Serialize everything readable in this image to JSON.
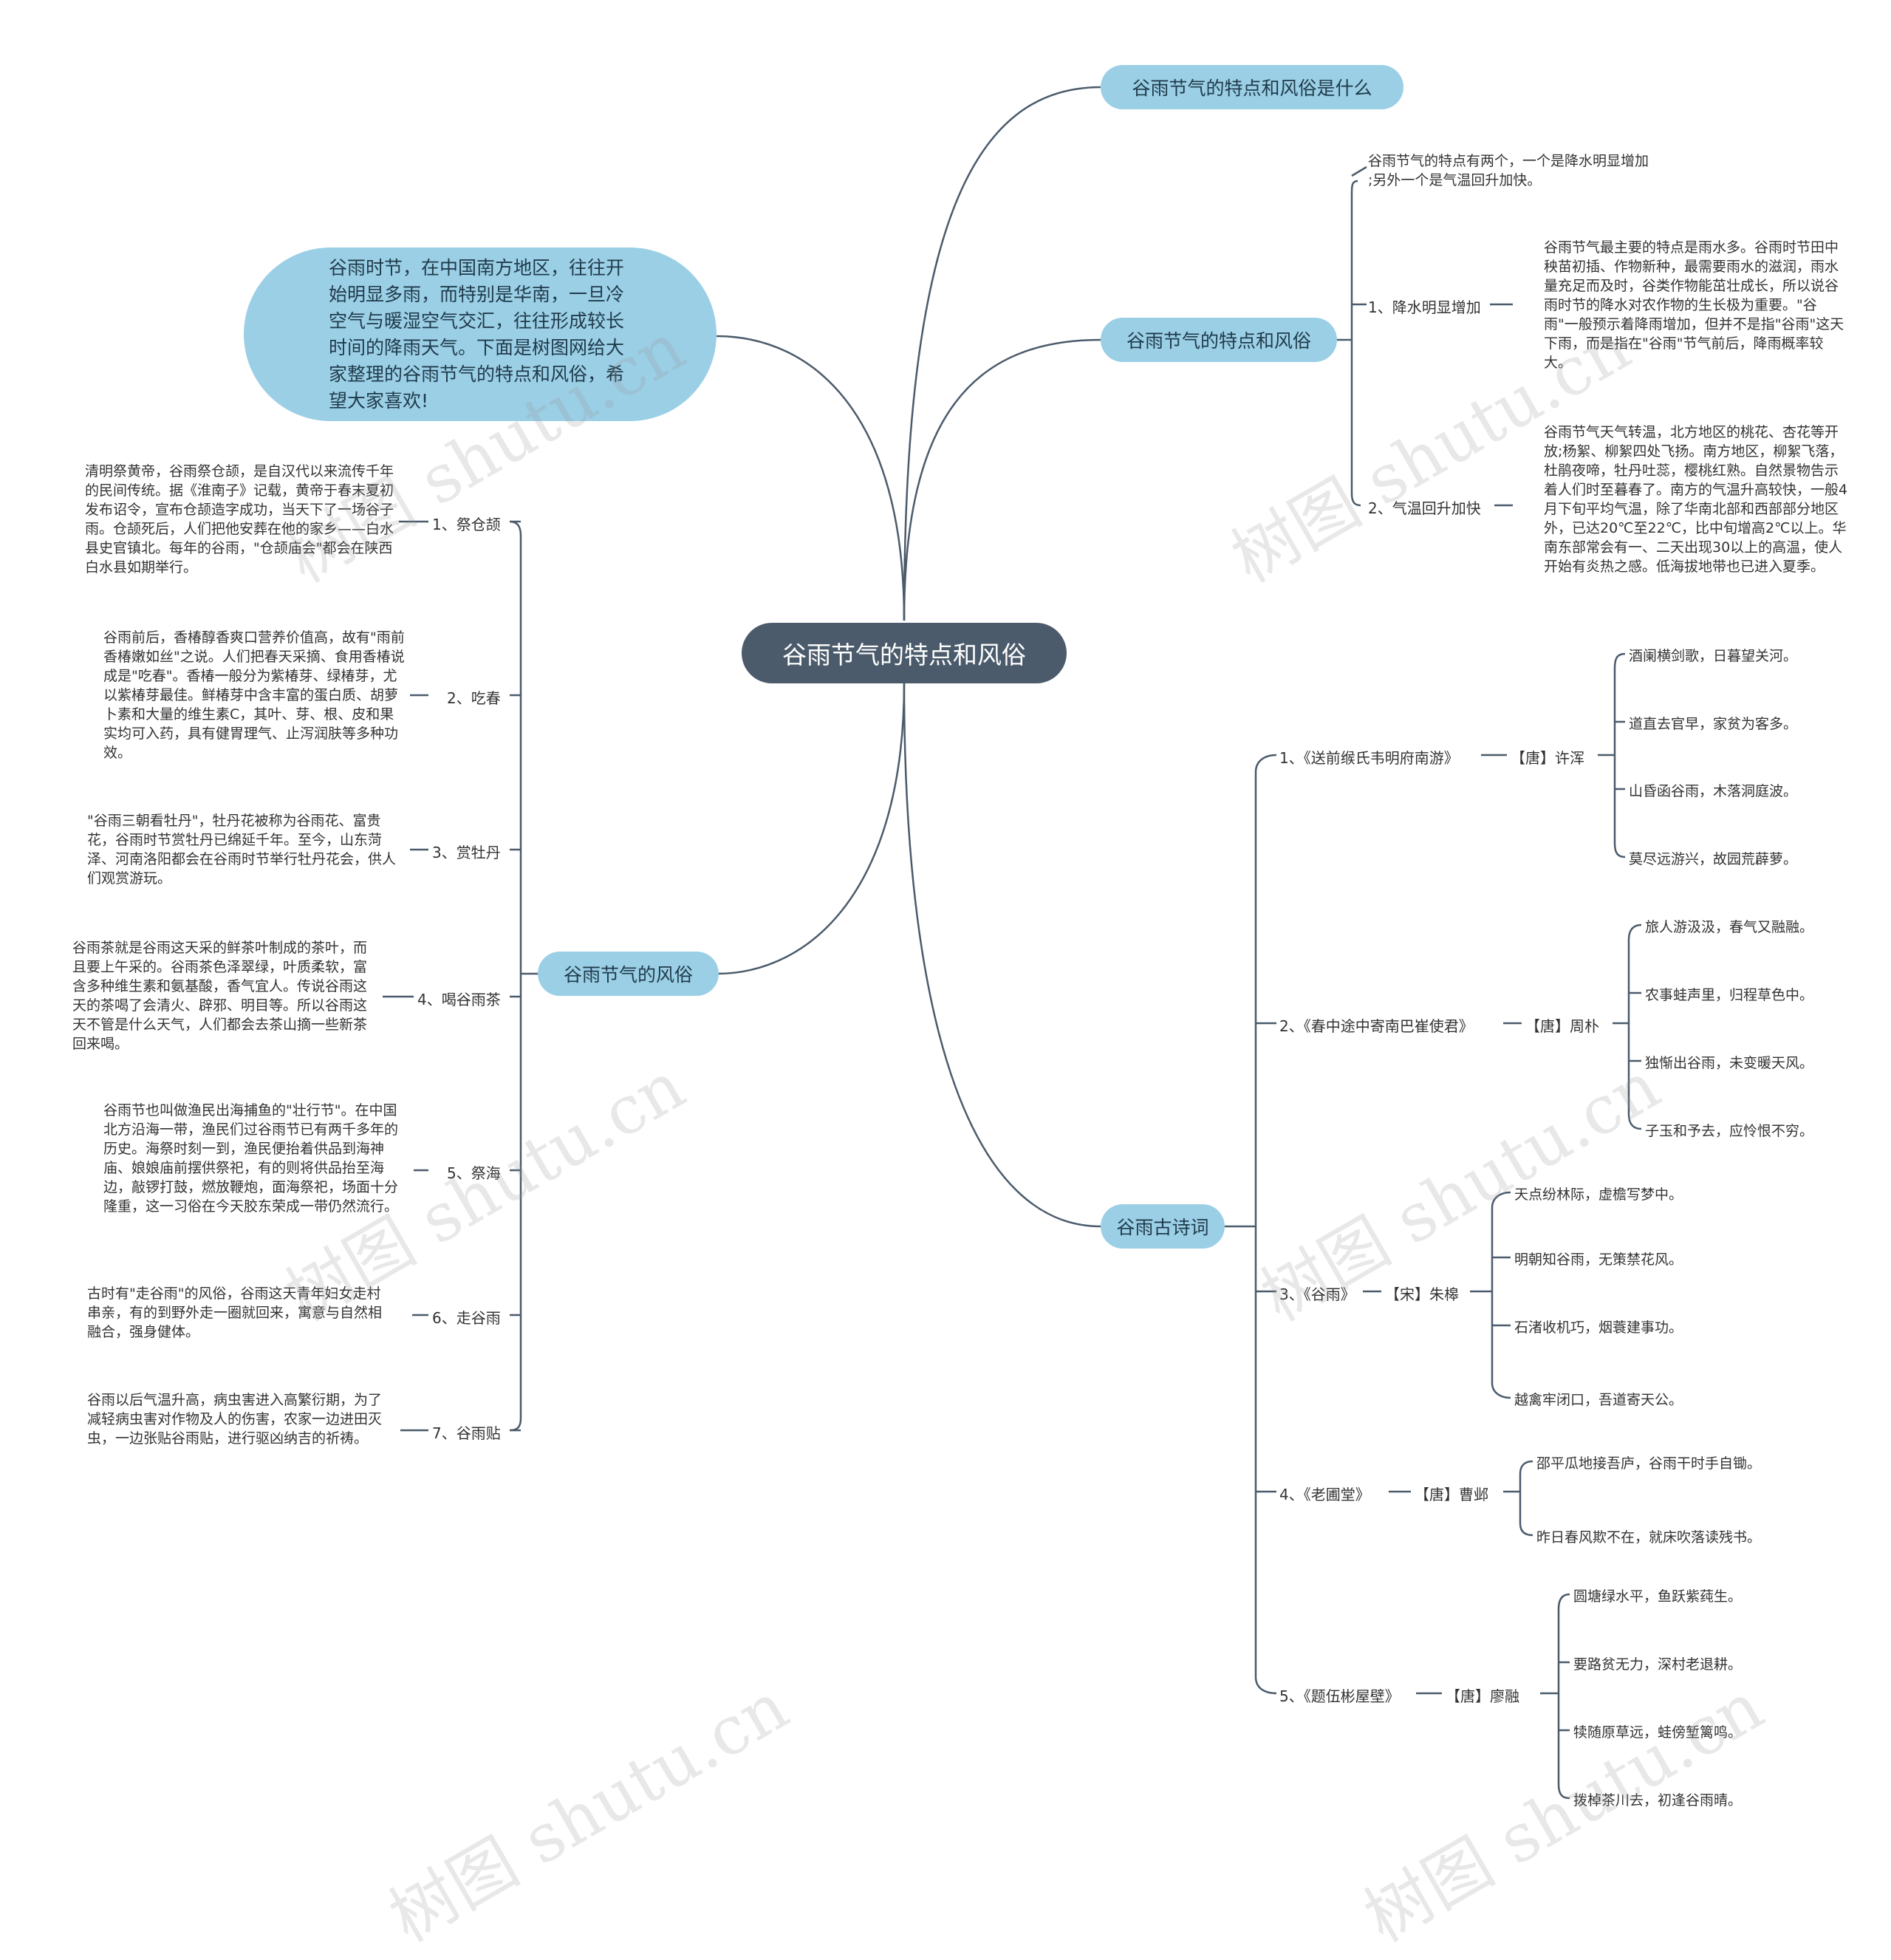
{
  "root": "谷雨节气的特点和风俗",
  "intro": "谷雨时节，在中国南方地区，往往开始明显多雨，而特别是华南，一旦冷空气与暖湿空气交汇，往往形成较长时间的降雨天气。下面是树图网给大家整理的谷雨节气的特点和风俗，希望大家喜欢!",
  "branch_what": {
    "title": "谷雨节气的特点和风俗是什么"
  },
  "branch_features": {
    "title": "谷雨节气的特点和风俗",
    "summary": "谷雨节气的特点有两个，一个是降水明显增加\n;另外一个是气温回升加快。",
    "items": [
      {
        "label": "1、降水明显增加",
        "text": "谷雨节气最主要的特点是雨水多。谷雨时节田中秧苗初插、作物新种，最需要雨水的滋润，雨水量充足而及时，谷类作物能茁壮成长，所以说谷雨时节的降水对农作物的生长极为重要。\"谷雨\"一般预示着降雨增加，但并不是指\"谷雨\"这天下雨，而是指在\"谷雨\"节气前后，降雨概率较大。"
      },
      {
        "label": "2、气温回升加快",
        "text": "谷雨节气天气转温，北方地区的桃花、杏花等开放;杨絮、柳絮四处飞扬。南方地区，柳絮飞落，杜鹃夜啼，牡丹吐蕊，樱桃红熟。自然景物告示着人们时至暮春了。南方的气温升高较快，一般4月下旬平均气温，除了华南北部和西部部分地区外，已达20℃至22℃，比中旬增高2℃以上。华南东部常会有一、二天出现30以上的高温，使人开始有炎热之感。低海拔地带也已进入夏季。"
      }
    ]
  },
  "branch_customs": {
    "title": "谷雨节气的风俗",
    "items": [
      {
        "label": "1、祭仓颉",
        "text": "清明祭黄帝，谷雨祭仓颉，是自汉代以来流传千年的民间传统。据《淮南子》记载，黄帝于春末夏初发布诏令，宣布仓颉造字成功，当天下了一场谷子雨。仓颉死后，人们把他安葬在他的家乡——白水县史官镇北。每年的谷雨，\"仓颉庙会\"都会在陕西白水县如期举行。"
      },
      {
        "label": "2、吃春",
        "text": "谷雨前后，香椿醇香爽口营养价值高，故有\"雨前香椿嫩如丝\"之说。人们把春天采摘、食用香椿说成是\"吃春\"。香椿一般分为紫椿芽、绿椿芽，尤以紫椿芽最佳。鲜椿芽中含丰富的蛋白质、胡萝卜素和大量的维生素C，其叶、芽、根、皮和果实均可入药，具有健胃理气、止泻润肤等多种功效。"
      },
      {
        "label": "3、赏牡丹",
        "text": "\"谷雨三朝看牡丹\"，牡丹花被称为谷雨花、富贵花，谷雨时节赏牡丹已绵延千年。至今，山东菏泽、河南洛阳都会在谷雨时节举行牡丹花会，供人们观赏游玩。"
      },
      {
        "label": "4、喝谷雨茶",
        "text": "谷雨茶就是谷雨这天采的鲜茶叶制成的茶叶，而且要上午采的。谷雨茶色泽翠绿，叶质柔软，富含多种维生素和氨基酸，香气宜人。传说谷雨这天的茶喝了会清火、辟邪、明目等。所以谷雨这天不管是什么天气，人们都会去茶山摘一些新茶回来喝。"
      },
      {
        "label": "5、祭海",
        "text": "谷雨节也叫做渔民出海捕鱼的\"壮行节\"。在中国北方沿海一带，渔民们过谷雨节已有两千多年的历史。海祭时刻一到，渔民便抬着供品到海神庙、娘娘庙前摆供祭祀，有的则将供品抬至海边，敲锣打鼓，燃放鞭炮，面海祭祀，场面十分隆重，这一习俗在今天胶东荣成一带仍然流行。"
      },
      {
        "label": "6、走谷雨",
        "text": "古时有\"走谷雨\"的风俗，谷雨这天青年妇女走村串亲，有的到野外走一圈就回来，寓意与自然相融合，强身健体。"
      },
      {
        "label": "7、谷雨贴",
        "text": "谷雨以后气温升高，病虫害进入高繁衍期，为了减轻病虫害对作物及人的伤害，农家一边进田灭虫，一边张贴谷雨贴，进行驱凶纳吉的祈祷。"
      }
    ]
  },
  "branch_poems": {
    "title": "谷雨古诗词",
    "poems": [
      {
        "title": "1、《送前缑氏韦明府南游》",
        "author": "【唐】许浑",
        "lines": [
          "酒阑横剑歌，日暮望关河。",
          "道直去官早，家贫为客多。",
          "山昏函谷雨，木落洞庭波。",
          "莫尽远游兴，故园荒薜萝。"
        ]
      },
      {
        "title": "2、《春中途中寄南巴崔使君》",
        "author": "【唐】周朴",
        "lines": [
          "旅人游汲汲，春气又融融。",
          "农事蛙声里，归程草色中。",
          "独惭出谷雨，未变暖天风。",
          "子玉和予去，应怜恨不穷。"
        ]
      },
      {
        "title": "3、《谷雨》",
        "author": "【宋】朱槔",
        "lines": [
          "天点纷林际，虚檐写梦中。",
          "明朝知谷雨，无策禁花风。",
          "石渚收机巧，烟蓑建事功。",
          "越禽牢闭口，吾道寄天公。"
        ]
      },
      {
        "title": "4、《老圃堂》",
        "author": "【唐】曹邺",
        "lines": [
          "邵平瓜地接吾庐，谷雨干时手自锄。",
          "昨日春风欺不在，就床吹落读残书。"
        ]
      },
      {
        "title": "5、《题伍彬屋壁》",
        "author": "【唐】廖融",
        "lines": [
          "圆塘绿水平，鱼跃紫莼生。",
          "要路贫无力，深村老退耕。",
          "犊随原草远，蛙傍堑篱鸣。",
          "拨棹茶川去，初逢谷雨晴。"
        ]
      }
    ]
  },
  "watermark": "树图 shutu.cn",
  "colors": {
    "root": "#4b5b6b",
    "pill": "#9bcfe6",
    "line": "#4b5b6b"
  }
}
